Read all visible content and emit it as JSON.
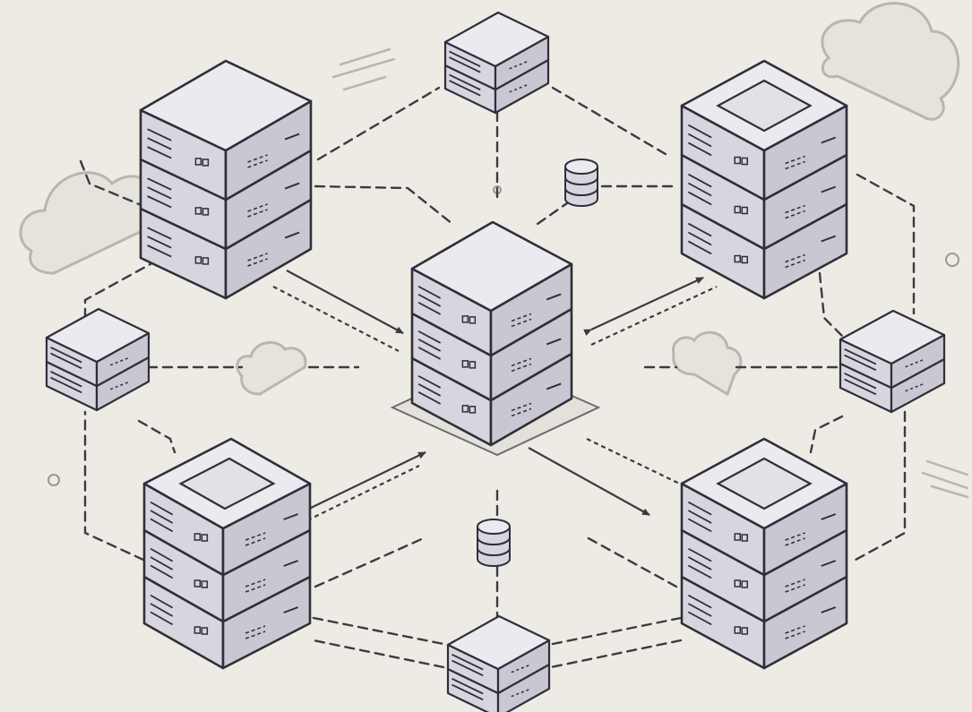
{
  "diagram": {
    "palette": {
      "background": "#eeebe4",
      "box_top": "#ebeaef",
      "box_left": "#d7d6df",
      "box_right": "#c8c7d2",
      "stroke": "#2e2f3a",
      "connector": "#3a3b44",
      "cloud": "#b9b6ae"
    },
    "nodes": [
      {
        "id": "server-top-left",
        "kind": "server-stack",
        "layers": 3,
        "top_panel": false
      },
      {
        "id": "server-top-right",
        "kind": "server-stack",
        "layers": 3,
        "top_panel": true
      },
      {
        "id": "server-center-hub",
        "kind": "server-stack",
        "layers": 3,
        "top_panel": false,
        "base_platform": true
      },
      {
        "id": "server-bottom-left",
        "kind": "server-stack",
        "layers": 3,
        "top_panel": true
      },
      {
        "id": "server-bottom-right",
        "kind": "server-stack",
        "layers": 3,
        "top_panel": true
      },
      {
        "id": "switch-top",
        "kind": "switch-unit",
        "layers": 2
      },
      {
        "id": "switch-left",
        "kind": "switch-unit",
        "layers": 2
      },
      {
        "id": "switch-right",
        "kind": "switch-unit",
        "layers": 2
      },
      {
        "id": "switch-bottom",
        "kind": "switch-unit",
        "layers": 2
      },
      {
        "id": "database-upper",
        "kind": "database"
      },
      {
        "id": "database-lower",
        "kind": "database"
      }
    ],
    "clouds": [
      "cloud-top-right",
      "cloud-left",
      "cloud-mid-left",
      "cloud-mid-right"
    ],
    "links": [
      {
        "from": "server-top-left",
        "to": "server-center-hub",
        "style": "arrow"
      },
      {
        "from": "server-top-right",
        "to": "server-center-hub",
        "style": "double-arrow"
      },
      {
        "from": "server-bottom-left",
        "to": "server-center-hub",
        "style": "arrow"
      },
      {
        "from": "server-center-hub",
        "to": "server-bottom-right",
        "style": "arrow"
      },
      {
        "from": "switch-top",
        "to": "server-center-hub",
        "style": "dashed"
      },
      {
        "from": "switch-bottom",
        "to": "server-center-hub",
        "style": "dashed"
      },
      {
        "from": "switch-left",
        "to": "server-center-hub",
        "style": "dashed"
      },
      {
        "from": "switch-right",
        "to": "server-center-hub",
        "style": "dashed"
      }
    ]
  }
}
